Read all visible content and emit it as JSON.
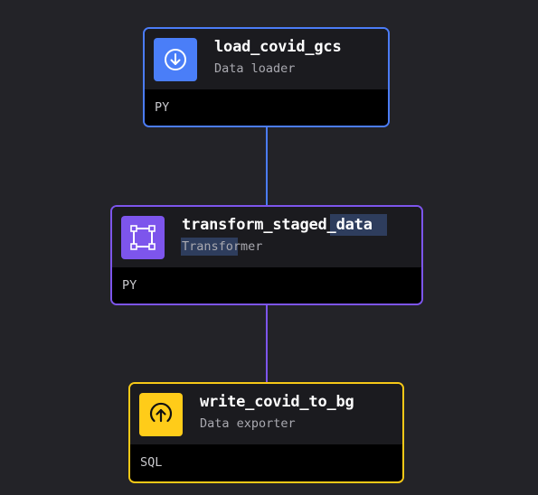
{
  "pipeline": {
    "blocks": [
      {
        "name": "load_covid_gcs",
        "type_label": "Data loader",
        "language": "PY",
        "icon": "download-circle-icon",
        "color": "#4a7ef8"
      },
      {
        "name": "transform_staged_data",
        "type_label": "Transformer",
        "language": "PY",
        "icon": "transform-square-icon",
        "color": "#7d55ec"
      },
      {
        "name": "write_covid_to_bg",
        "type_label": "Data exporter",
        "language": "SQL",
        "icon": "upload-circle-icon",
        "color": "#ffcc19"
      }
    ],
    "edges": [
      {
        "from": "load_covid_gcs",
        "to": "transform_staged_data",
        "color": "#4b7cf7"
      },
      {
        "from": "transform_staged_data",
        "to": "write_covid_to_bg",
        "color": "#7d55ec"
      }
    ]
  },
  "colors": {
    "canvas_bg": "#232328",
    "node_header_bg": "#1b1b1f",
    "node_footer_bg": "#000000",
    "selection": "#3a5a9a"
  }
}
